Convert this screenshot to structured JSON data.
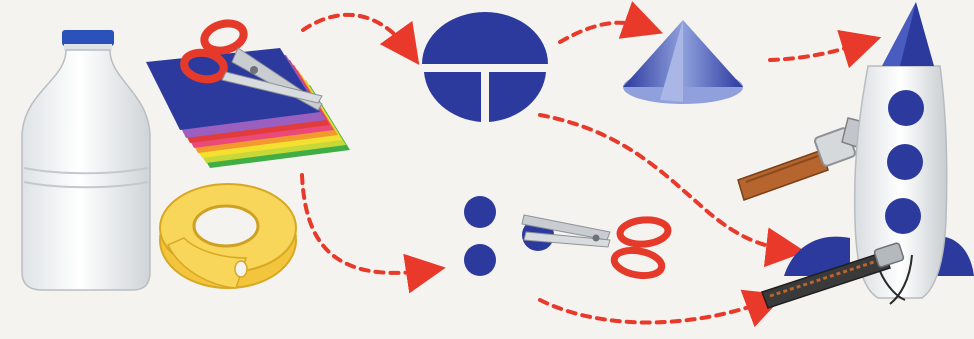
{
  "colors": {
    "background": "#f4f3ef",
    "paper_blue": "#2c3a9e",
    "paper_blue_light": "#8fa0dc",
    "arrow_red": "#e8392a",
    "tape_yellow": "#f2c53c",
    "scissor_red": "#e53a2a",
    "bottle_white": "#f2f4f6",
    "bottle_cap": "#2a52b8"
  },
  "steps": {
    "materials": [
      "plastic-bottle",
      "colored-paper-stack",
      "scissors",
      "adhesive-tape"
    ],
    "stage_cut_shapes": [
      "paper-circle-cut-in-parts",
      "blue-paper-dots"
    ],
    "stage_form": [
      "paper-cone"
    ],
    "result": "bottle-rocket"
  }
}
